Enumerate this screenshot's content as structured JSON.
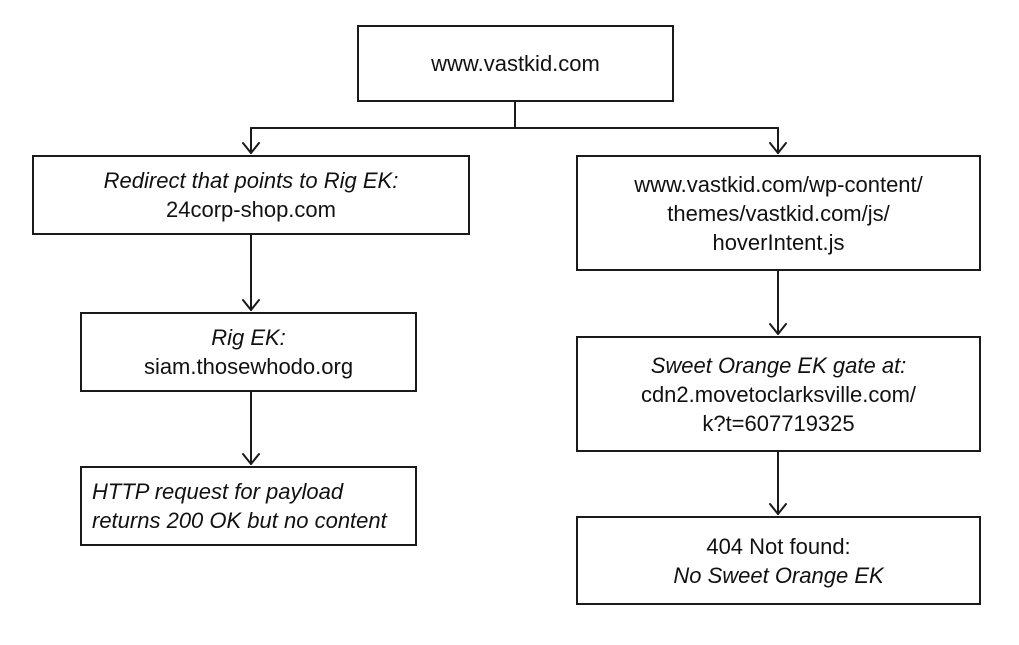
{
  "diagram": {
    "root": {
      "lines": [
        "www.vastkid.com"
      ]
    },
    "redirect": {
      "label": "Redirect that points to Rig EK:",
      "value": "24corp-shop.com"
    },
    "hover_intent": {
      "lines": [
        "www.vastkid.com/wp-content/",
        "themes/vastkid.com/js/",
        "hoverIntent.js"
      ]
    },
    "rig_ek": {
      "label": "Rig EK:",
      "value": "siam.thosewhodo.org"
    },
    "sweet_orange_gate": {
      "label": "Sweet Orange EK gate at:",
      "lines": [
        "cdn2.movetoclarksville.com/",
        "k?t=607719325"
      ]
    },
    "payload_request": {
      "lines": [
        "HTTP request for payload",
        "returns 200 OK but no content"
      ]
    },
    "not_found": {
      "status": "404 Not found:",
      "note": "No Sweet Orange EK"
    },
    "edges": [
      {
        "from": "root",
        "to": "redirect"
      },
      {
        "from": "root",
        "to": "hover_intent"
      },
      {
        "from": "redirect",
        "to": "rig_ek"
      },
      {
        "from": "rig_ek",
        "to": "payload_request"
      },
      {
        "from": "hover_intent",
        "to": "sweet_orange_gate"
      },
      {
        "from": "sweet_orange_gate",
        "to": "not_found"
      }
    ],
    "colors": {
      "line": "#1a1a1a",
      "text": "#111111",
      "background": "#ffffff"
    }
  }
}
